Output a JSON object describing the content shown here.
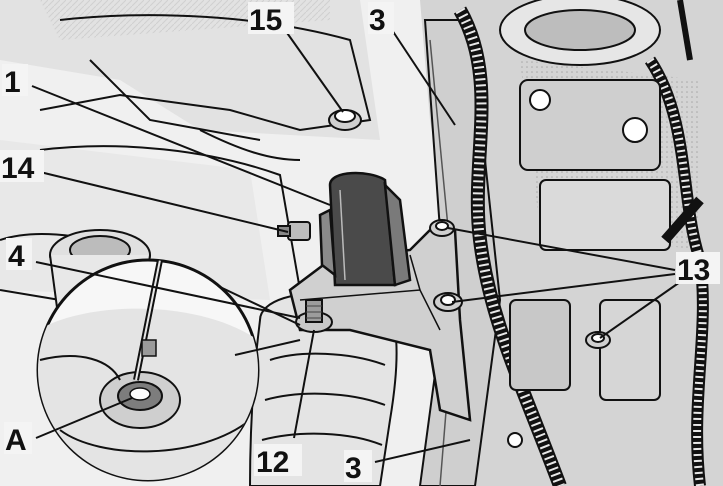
{
  "callouts": {
    "c1": "1",
    "c3_top": "3",
    "c3_bottom": "3",
    "c4": "4",
    "c12": "12",
    "c13": "13",
    "c14": "14",
    "c15": "15",
    "cA": "A"
  },
  "colors": {
    "ink": "#111111",
    "paper": "#f4f4f4",
    "shade": "#d9d9d9",
    "dark": "#6e6e6e"
  }
}
